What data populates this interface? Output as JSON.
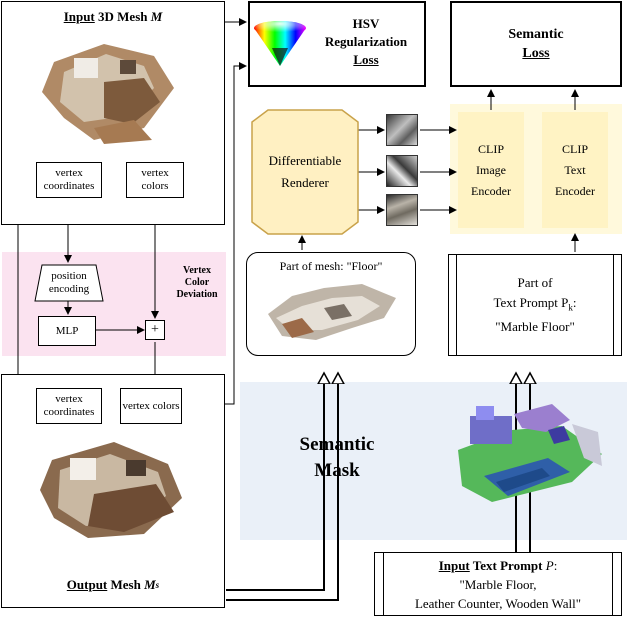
{
  "input_mesh": {
    "prefix": "Input",
    "label": " 3D Mesh ",
    "symbol": "M"
  },
  "output_mesh": {
    "prefix": "Output",
    "label": " Mesh ",
    "symbol": "M",
    "sup": "s"
  },
  "vertex_coordinates": "vertex coordinates",
  "vertex_colors": "vertex colors",
  "position_encoding": "position encoding",
  "mlp": "MLP",
  "plus": "+",
  "vcd_label": "Vertex Color Deviation",
  "hsv_loss": {
    "line1": "HSV",
    "line2": "Regularization",
    "line3": "Loss"
  },
  "semantic_loss": {
    "line1": "Semantic",
    "line2": "Loss"
  },
  "renderer": {
    "line1": "Differentiable",
    "line2": "Renderer"
  },
  "clip_image": {
    "line1": "CLIP",
    "line2": "Image",
    "line3": "Encoder"
  },
  "clip_text": {
    "line1": "CLIP",
    "line2": "Text",
    "line3": "Encoder"
  },
  "part_mesh": "Part of mesh: \"Floor\"",
  "part_prompt": {
    "line1": "Part of",
    "line2": "Text Prompt P",
    "sub": "k",
    "colon": ":",
    "line3": "\"Marble Floor\""
  },
  "semantic_mask": {
    "line1": "Semantic",
    "line2": "Mask"
  },
  "input_prompt": {
    "prefix": "Input",
    "label": " Text Prompt ",
    "symbol": "P",
    "colon": ":",
    "line2": "\"Marble Floor,",
    "line3": "Leather Counter, Wooden Wall\""
  },
  "colors": {
    "pink": "#fbe3f0",
    "blue": "#eaf0f8",
    "yellow": "#fff9dc",
    "renderer_fill": "#fff0c2",
    "renderer_stroke": "#c9a24a"
  }
}
